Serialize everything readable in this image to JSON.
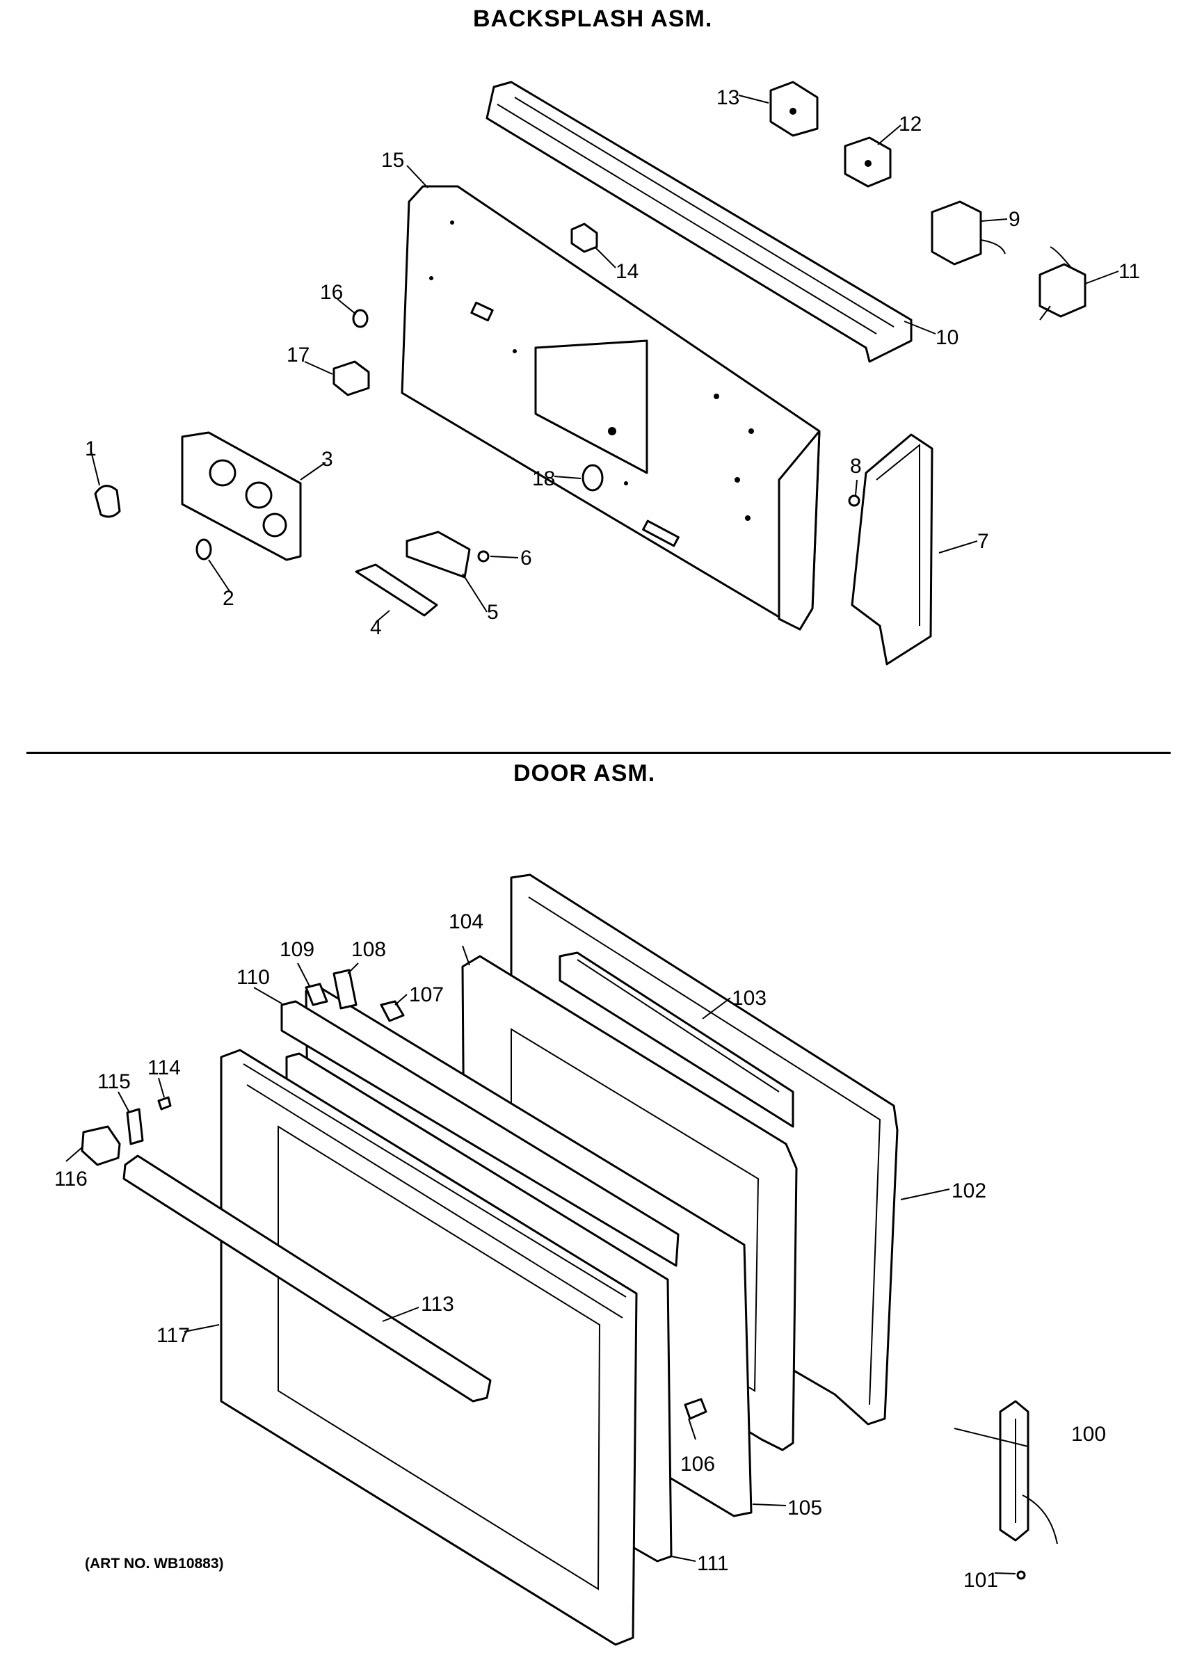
{
  "titles": {
    "backsplash": "BACKSPLASH ASM.",
    "door": "DOOR ASM."
  },
  "art_no": "(ART NO. WB10883)",
  "callouts": {
    "c1": "1",
    "c2": "2",
    "c3": "3",
    "c4": "4",
    "c5": "5",
    "c6": "6",
    "c7": "7",
    "c8": "8",
    "c9": "9",
    "c10": "10",
    "c11": "11",
    "c12": "12",
    "c13": "13",
    "c14": "14",
    "c15": "15",
    "c16": "16",
    "c17": "17",
    "c18": "18",
    "c100": "100",
    "c101": "101",
    "c102": "102",
    "c103": "103",
    "c104": "104",
    "c105": "105",
    "c106": "106",
    "c107": "107",
    "c108": "108",
    "c109": "109",
    "c110": "110",
    "c111": "111",
    "c113": "113",
    "c114": "114",
    "c115": "115",
    "c116": "116",
    "c117": "117"
  }
}
